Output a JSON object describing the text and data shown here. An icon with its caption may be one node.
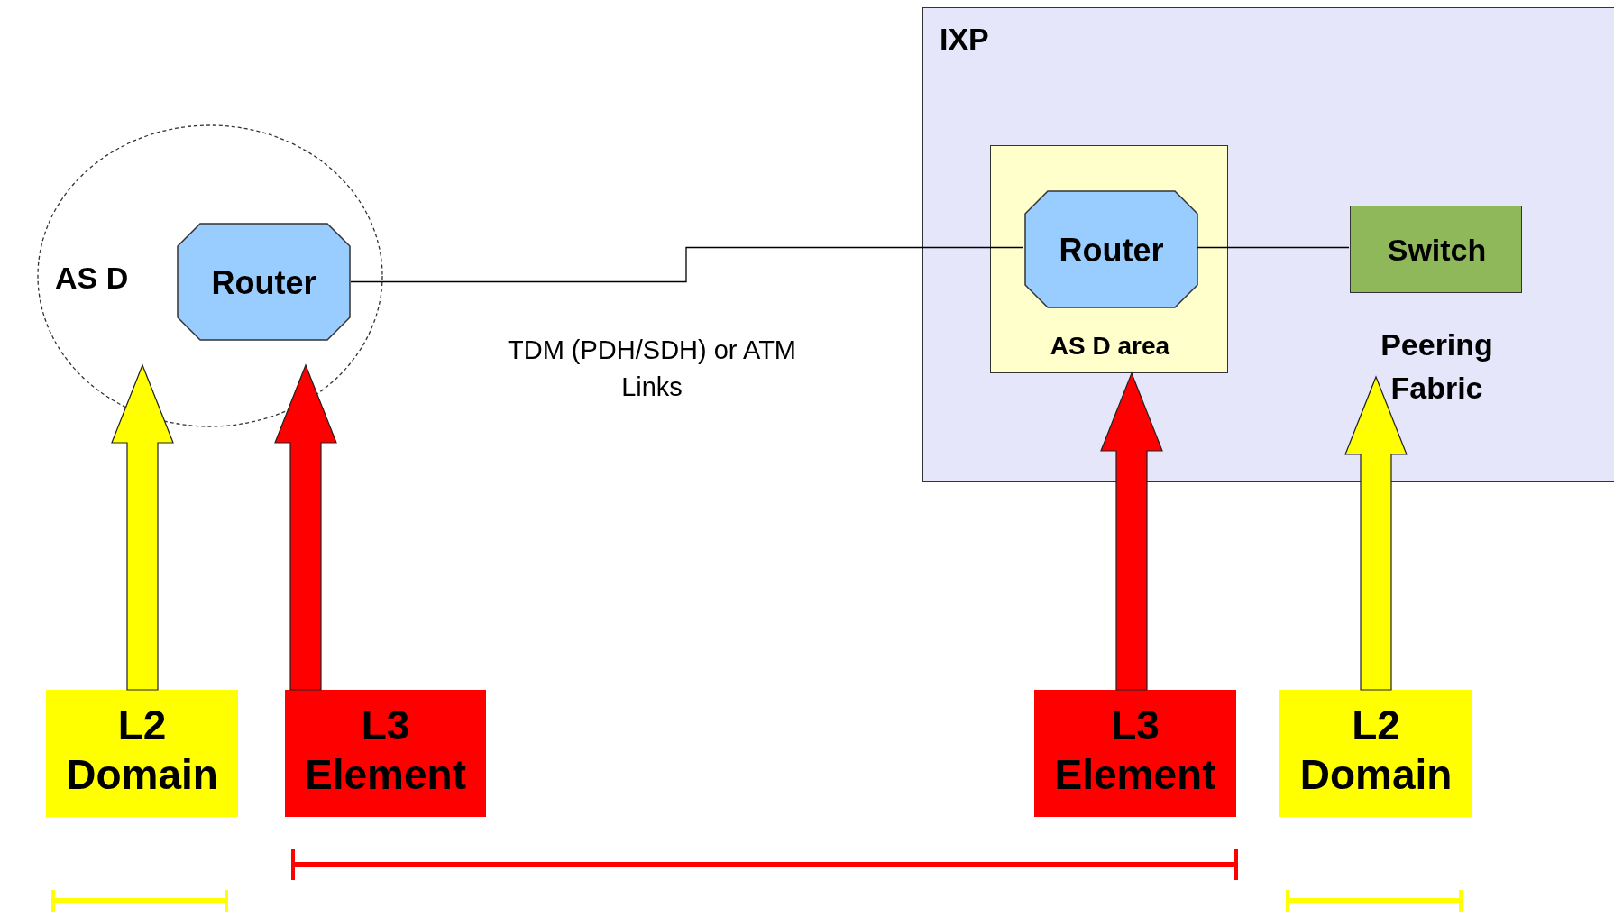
{
  "diagram": {
    "nodes": [
      {
        "text": [
          "IXP"
        ]
      },
      {
        "text": [
          "AS D area"
        ],
        "in": 0
      },
      {
        "text": [
          "Router"
        ],
        "in": 1
      },
      {
        "text": [
          "Switch"
        ],
        "in": 0,
        "beside": [
          "Peering Fabric"
        ]
      },
      {
        "text": [
          "AS D"
        ]
      },
      {
        "text": [
          "Router"
        ],
        "in": 4
      },
      {
        "text": [
          "L2 Domain"
        ]
      },
      {
        "text": [
          "L3 Element"
        ]
      },
      {
        "text": [
          "L3 Element"
        ]
      },
      {
        "text": [
          "L2 Domain"
        ]
      }
    ],
    "edges": [
      {
        "from": 5,
        "to": 2,
        "arrow": "none",
        "label": "TDM (PDH/SDH) or ATM Links"
      },
      {
        "from": 2,
        "to": 3,
        "arrow": "none"
      },
      {
        "from": 6,
        "to": 4,
        "arrow": "to",
        "style": "thick",
        "color": "#ffff00"
      },
      {
        "from": 7,
        "to": 5,
        "arrow": "to",
        "style": "thick",
        "color": "#ff0000"
      },
      {
        "from": 8,
        "to": 1,
        "arrow": "to",
        "style": "thick",
        "color": "#ff0000"
      },
      {
        "from": 9,
        "to": 3,
        "arrow": "to",
        "style": "thick",
        "color": "#ffff00"
      }
    ]
  }
}
